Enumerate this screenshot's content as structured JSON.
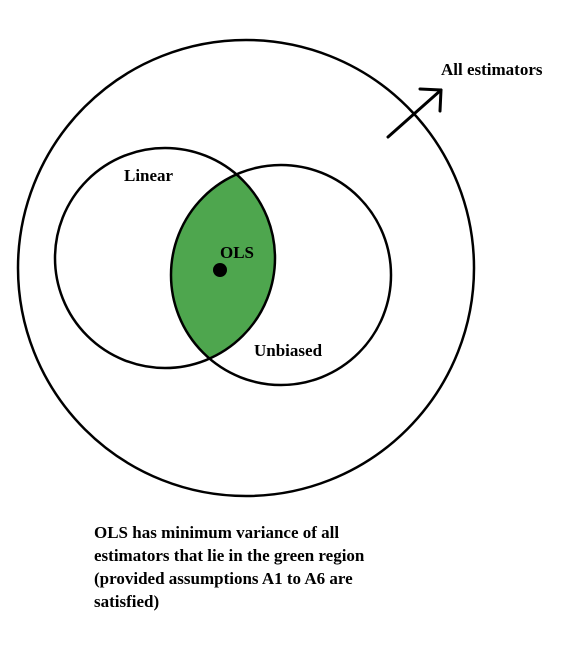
{
  "labels": {
    "all_estimators": "All estimators",
    "linear": "Linear",
    "unbiased": "Unbiased",
    "ols": "OLS"
  },
  "caption": {
    "lines": [
      "OLS has minimum variance of all",
      "estimators that lie in the green region",
      "(provided assumptions A1 to A6 are",
      "satisfied)"
    ]
  },
  "colors": {
    "intersection_fill": "#4ea64e",
    "stroke": "#000000",
    "background": "#ffffff"
  }
}
